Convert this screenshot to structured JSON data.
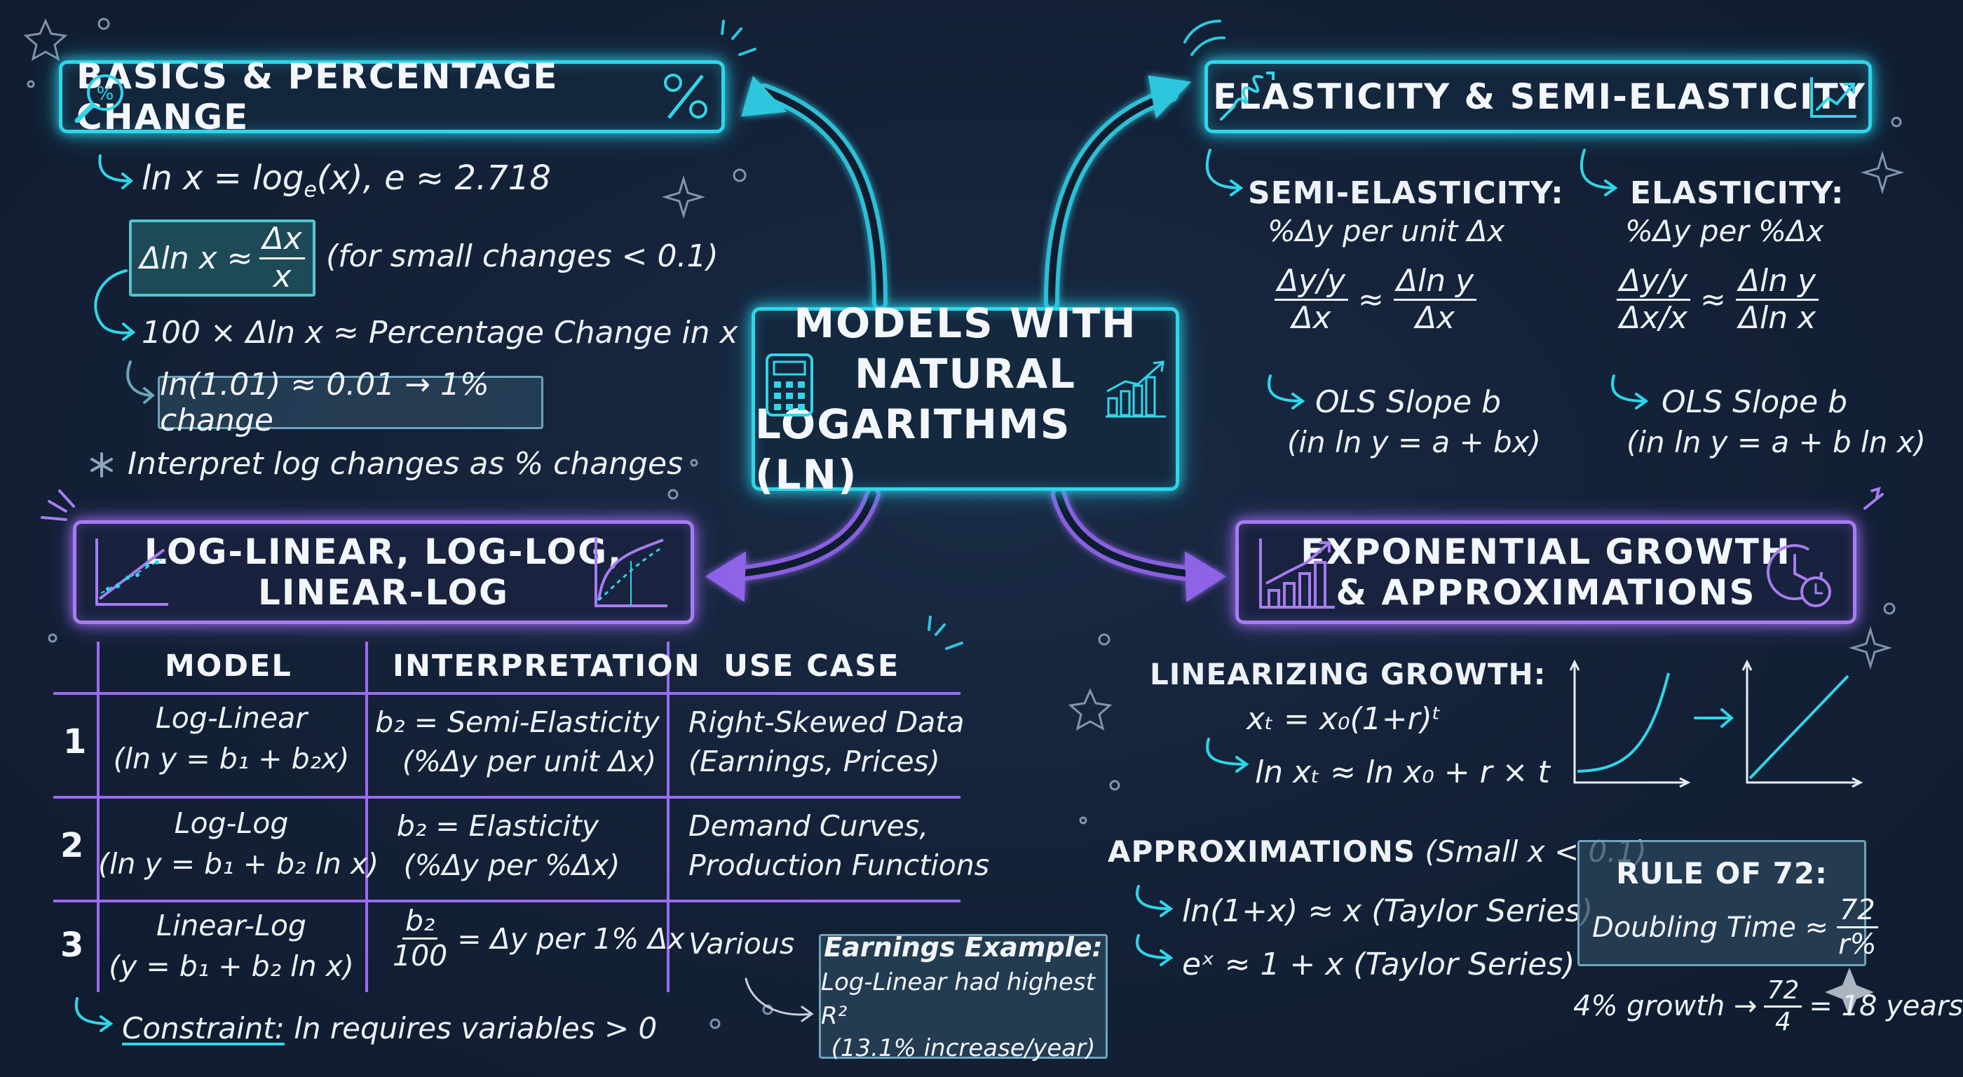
{
  "center": {
    "title_lines": [
      "MODELS WITH",
      "NATURAL",
      "LOGARITHMS (ln)"
    ],
    "left_icon": "calculator-icon",
    "right_icon": "bar-growth-icon"
  },
  "basics": {
    "title": "BASICS & PERCENTAGE CHANGE",
    "left_icon": "magnifier-percent-icon",
    "right_icon": "percent-icon",
    "def_main": "ln x = log",
    "def_sub": "e",
    "def_rest": "(x),   e ≈ 2.718",
    "approx_lhs": "Δln x ≈",
    "approx_num": "Δx",
    "approx_den": "x",
    "approx_note": "(for small changes < 0.1)",
    "pct_line": "100 × Δln x ≈ Percentage Change in x",
    "example": "ln(1.01) ≈ 0.01 → 1% change",
    "interpret": "Interpret log changes as % changes"
  },
  "elasticity": {
    "title": "ELASTICITY & SEMI-ELASTICITY",
    "left_icon": "spring-icon",
    "right_icon": "trend-up-icon",
    "semi": {
      "label": "SEMI-ELASTICITY:",
      "sub": "%Δy per unit Δx",
      "f1_num": "Δy/y",
      "f1_den": "Δx",
      "approx": "≈",
      "f2_num": "Δln y",
      "f2_den": "Δx",
      "ols": "OLS Slope b",
      "model": "(in ln y = a + bx)"
    },
    "elastic": {
      "label": "ELASTICITY:",
      "sub": "%Δy per %Δx",
      "f1_num": "Δy/y",
      "f1_den": "Δx/x",
      "approx": "≈",
      "f2_num": "Δln y",
      "f2_den": "Δln x",
      "ols": "OLS Slope b",
      "model": "(in ln y = a + b ln x)"
    }
  },
  "models": {
    "title_lines": [
      "LOG-LINEAR, LOG-LOG,",
      "LINEAR-LOG"
    ],
    "left_icon": "scatter-line-icon",
    "right_icon": "curve-chart-icon",
    "headers": [
      "MODEL",
      "INTERPRETATION",
      "USE CASE"
    ],
    "rows": [
      {
        "num": "1",
        "model_name": "Log-Linear",
        "model_eq": "(ln y = b₁ + b₂x)",
        "interp_1": "b₂ = Semi-Elasticity",
        "interp_2": "(%Δy per unit Δx)",
        "use_1": "Right-Skewed Data",
        "use_2": "(Earnings, Prices)"
      },
      {
        "num": "2",
        "model_name": "Log-Log",
        "model_eq": "(ln y = b₁ + b₂ ln x)",
        "interp_1": "b₂ = Elasticity",
        "interp_2": "(%Δy per %Δx)",
        "use_1": "Demand Curves,",
        "use_2": "Production Functions"
      },
      {
        "num": "3",
        "model_name": "Linear-Log",
        "model_eq": "(y = b₁ + b₂ ln x)",
        "interp_num": "b₂",
        "interp_den": "100",
        "interp_rest": "= Δy per 1% Δx",
        "use_1": "Various",
        "use_2": ""
      }
    ],
    "constraint_label": "Constraint:",
    "constraint_text": " ln requires variables > 0",
    "earnings": {
      "title": "Earnings Example:",
      "line1": "Log-Linear had highest R²",
      "line2": "(13.1% increase/year)"
    }
  },
  "growth": {
    "title_lines": [
      "EXPONENTIAL GROWTH",
      "& APPROXIMATIONS"
    ],
    "left_icon": "bar-chart-icon",
    "right_icon": "clock-icon",
    "linearizing": "LINEARIZING GROWTH:",
    "eq1": "xₜ = x₀(1+r)ᵗ",
    "eq2": "ln xₜ ≈ ln x₀ + r × t",
    "approx_label": "APPROXIMATIONS",
    "approx_note": "(Small x < 0.1)",
    "approx1": "ln(1+x) ≈ x   (Taylor Series)",
    "approx2": "eˣ ≈ 1 + x     (Taylor Series)",
    "rule_title": "RULE OF 72:",
    "rule_text": "Doubling Time ≈",
    "rule_num": "72",
    "rule_den": "r%",
    "example_pre": "4% growth →",
    "example_num": "72",
    "example_den": "4",
    "example_post": "= 18 years"
  }
}
